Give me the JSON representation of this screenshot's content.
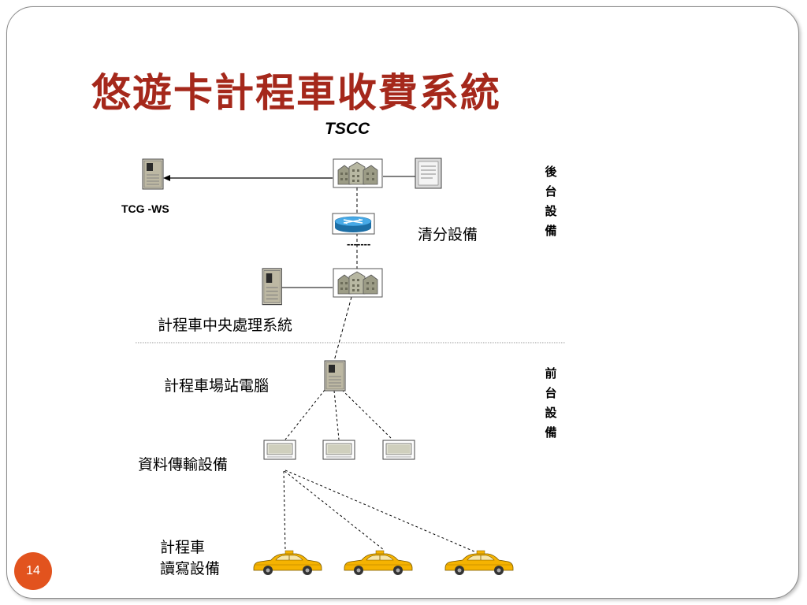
{
  "slide": {
    "title": "悠遊卡計程車收費系統",
    "page_number": "14"
  },
  "labels": {
    "tscc": "TSCC",
    "tcg_ws": "TCG -WS",
    "clearing_equipment": "清分設備",
    "dashes": "-------",
    "central_system": "計程車中央處理系統",
    "station_pc": "計程車場站電腦",
    "transmission_equipment": "資料傳輸設備",
    "reader_line1": "計程車",
    "reader_line2": "讀寫設備"
  },
  "side_labels": {
    "backend": [
      "後",
      "台",
      "設",
      "備"
    ],
    "frontend": [
      "前",
      "台",
      "設",
      "備"
    ]
  },
  "icons": {
    "server": "server-tower-icon",
    "building": "building-icon",
    "document": "document-icon",
    "router": "router-icon",
    "terminal": "terminal-icon",
    "taxi": "taxi-icon"
  },
  "colors": {
    "title": "#a5281b",
    "page_badge": "#e2531e",
    "router": "#2b8fd0",
    "taxi": "#f5b301"
  }
}
